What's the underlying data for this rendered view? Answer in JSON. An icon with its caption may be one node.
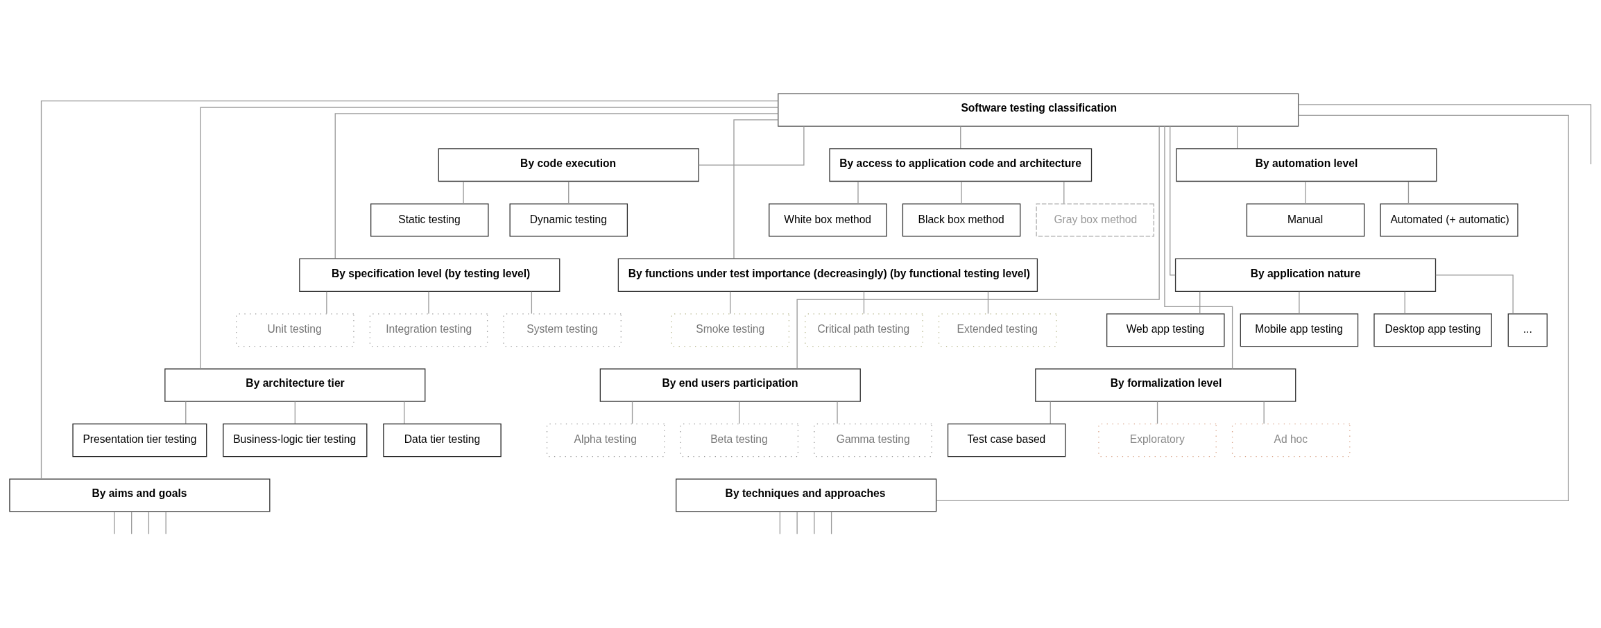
{
  "diagram": {
    "nodes": [
      {
        "text": [
          "Software testing classification"
        ]
      },
      {
        "text": [
          "By code execution"
        ]
      },
      {
        "text": [
          "Static testing"
        ]
      },
      {
        "text": [
          "Dynamic testing"
        ]
      },
      {
        "text": [
          "By specification level (by testing level)"
        ]
      },
      {
        "text": [
          "Unit testing"
        ]
      },
      {
        "text": [
          "Integration testing"
        ]
      },
      {
        "text": [
          "System testing"
        ]
      },
      {
        "text": [
          "By architecture tier"
        ]
      },
      {
        "text": [
          "Presentation tier testing"
        ]
      },
      {
        "text": [
          "Business-logic tier testing"
        ]
      },
      {
        "text": [
          "Data tier testing"
        ]
      },
      {
        "text": [
          "By access to application code and architecture"
        ]
      },
      {
        "text": [
          "White box method"
        ]
      },
      {
        "text": [
          "Black box method"
        ]
      },
      {
        "text": [
          "Gray box method"
        ]
      },
      {
        "text": [
          "By functions under test importance (decreasingly) (by functional testing level)"
        ]
      },
      {
        "text": [
          "Smoke testing"
        ]
      },
      {
        "text": [
          "Critical path testing"
        ]
      },
      {
        "text": [
          "Extended testing"
        ]
      },
      {
        "text": [
          "By end users participation"
        ]
      },
      {
        "text": [
          "Alpha testing"
        ]
      },
      {
        "text": [
          "Beta testing"
        ]
      },
      {
        "text": [
          "Gamma testing"
        ]
      },
      {
        "text": [
          "By automation level"
        ]
      },
      {
        "text": [
          "Manual"
        ]
      },
      {
        "text": [
          "Automated (+ automatic)"
        ]
      },
      {
        "text": [
          "By application nature"
        ]
      },
      {
        "text": [
          "Web app testing"
        ]
      },
      {
        "text": [
          "Mobile app testing"
        ]
      },
      {
        "text": [
          "Desktop app testing"
        ]
      },
      {
        "text": [
          "..."
        ]
      },
      {
        "text": [
          "By formalization level"
        ]
      },
      {
        "text": [
          "Test case based"
        ]
      },
      {
        "text": [
          "Exploratory"
        ]
      },
      {
        "text": [
          "Ad hoc"
        ]
      },
      {
        "text": [
          "By aims and goals"
        ]
      },
      {
        "text": [
          "By techniques and approaches"
        ]
      }
    ],
    "edges": [
      {
        "from": 0,
        "to": 1,
        "arrow": "none"
      },
      {
        "from": 0,
        "to": 4,
        "arrow": "none"
      },
      {
        "from": 0,
        "to": 8,
        "arrow": "none"
      },
      {
        "from": 0,
        "to": 36,
        "arrow": "none"
      },
      {
        "from": 0,
        "to": 37,
        "arrow": "none"
      },
      {
        "from": 0,
        "to": 12,
        "arrow": "none"
      },
      {
        "from": 0,
        "to": 16,
        "arrow": "none"
      },
      {
        "from": 0,
        "to": 20,
        "arrow": "none"
      },
      {
        "from": 0,
        "to": 24,
        "arrow": "none"
      },
      {
        "from": 0,
        "to": 27,
        "arrow": "none"
      },
      {
        "from": 0,
        "to": 32,
        "arrow": "none"
      },
      {
        "from": 1,
        "to": 2,
        "arrow": "none"
      },
      {
        "from": 1,
        "to": 3,
        "arrow": "none"
      },
      {
        "from": 4,
        "to": 5,
        "arrow": "none"
      },
      {
        "from": 4,
        "to": 6,
        "arrow": "none"
      },
      {
        "from": 4,
        "to": 7,
        "arrow": "none"
      },
      {
        "from": 8,
        "to": 9,
        "arrow": "none"
      },
      {
        "from": 8,
        "to": 10,
        "arrow": "none"
      },
      {
        "from": 8,
        "to": 11,
        "arrow": "none"
      },
      {
        "from": 12,
        "to": 13,
        "arrow": "none"
      },
      {
        "from": 12,
        "to": 14,
        "arrow": "none"
      },
      {
        "from": 12,
        "to": 15,
        "arrow": "none"
      },
      {
        "from": 16,
        "to": 17,
        "arrow": "none"
      },
      {
        "from": 16,
        "to": 18,
        "arrow": "none"
      },
      {
        "from": 16,
        "to": 19,
        "arrow": "none"
      },
      {
        "from": 20,
        "to": 21,
        "arrow": "none"
      },
      {
        "from": 20,
        "to": 22,
        "arrow": "none"
      },
      {
        "from": 20,
        "to": 23,
        "arrow": "none"
      },
      {
        "from": 24,
        "to": 25,
        "arrow": "none"
      },
      {
        "from": 24,
        "to": 26,
        "arrow": "none"
      },
      {
        "from": 27,
        "to": 28,
        "arrow": "none"
      },
      {
        "from": 27,
        "to": 29,
        "arrow": "none"
      },
      {
        "from": 27,
        "to": 30,
        "arrow": "none"
      },
      {
        "from": 27,
        "to": 31,
        "arrow": "none"
      },
      {
        "from": 32,
        "to": 33,
        "arrow": "none"
      },
      {
        "from": 32,
        "to": 34,
        "arrow": "none"
      },
      {
        "from": 32,
        "to": 35,
        "arrow": "none"
      },
      {
        "from": 0,
        "to": null,
        "arrow": "none"
      },
      {
        "from": 36,
        "to": null,
        "arrow": "none"
      },
      {
        "from": 36,
        "to": null,
        "arrow": "none"
      },
      {
        "from": 36,
        "to": null,
        "arrow": "none"
      },
      {
        "from": 36,
        "to": null,
        "arrow": "none"
      },
      {
        "from": 37,
        "to": null,
        "arrow": "none"
      },
      {
        "from": 37,
        "to": null,
        "arrow": "none"
      },
      {
        "from": 37,
        "to": null,
        "arrow": "none"
      },
      {
        "from": 37,
        "to": null,
        "arrow": "none"
      }
    ]
  }
}
